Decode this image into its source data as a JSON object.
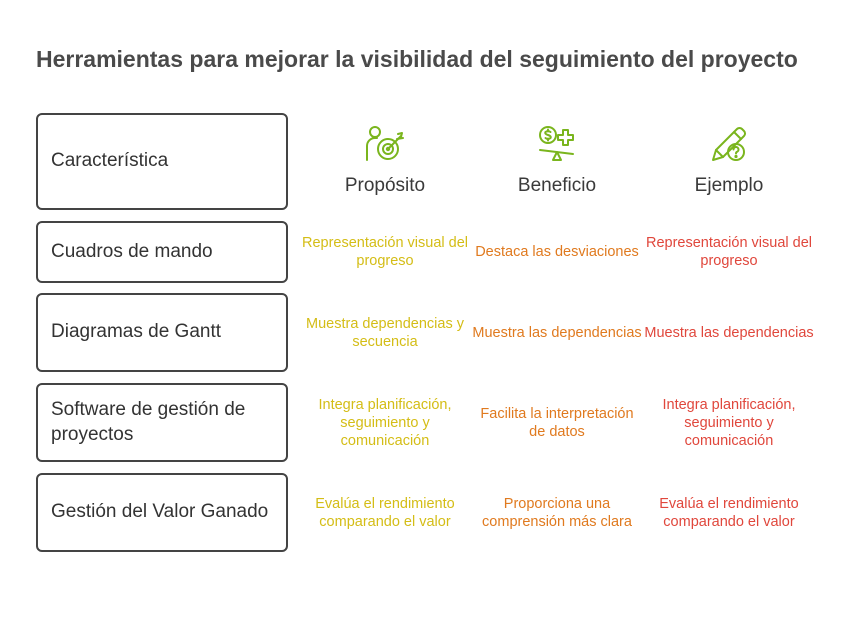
{
  "title": "Herramientas para mejorar la visibilidad del seguimiento del proyecto",
  "header_label": "Característica",
  "columns": [
    {
      "label": "Propósito",
      "icon": "person-target-icon",
      "color": "#7ab51d"
    },
    {
      "label": "Beneficio",
      "icon": "money-scale-icon",
      "color": "#7ab51d"
    },
    {
      "label": "Ejemplo",
      "icon": "pencil-question-icon",
      "color": "#7ab51d"
    }
  ],
  "text_colors": {
    "proposito": "#d4bd16",
    "beneficio": "#e07a1f",
    "ejemplo": "#e0473c"
  },
  "rows": [
    {
      "label": "Cuadros de mando",
      "proposito": "Representación visual del progreso",
      "beneficio": "Destaca las desviaciones",
      "ejemplo": "Representación visual del progreso"
    },
    {
      "label": "Diagramas de Gantt",
      "proposito": "Muestra dependencias y secuencia",
      "beneficio": "Muestra las dependencias",
      "ejemplo": "Muestra las dependencias"
    },
    {
      "label": "Software de gestión de proyectos",
      "proposito": "Integra planificación, seguimiento y comunicación",
      "beneficio": "Facilita la interpretación de datos",
      "ejemplo": "Integra planificación, seguimiento y comunicación"
    },
    {
      "label": "Gestión del Valor Ganado",
      "proposito": "Evalúa el rendimiento comparando el valor",
      "beneficio": "Proporciona una comprensión más clara",
      "ejemplo": "Evalúa el rendimiento comparando el valor"
    }
  ]
}
